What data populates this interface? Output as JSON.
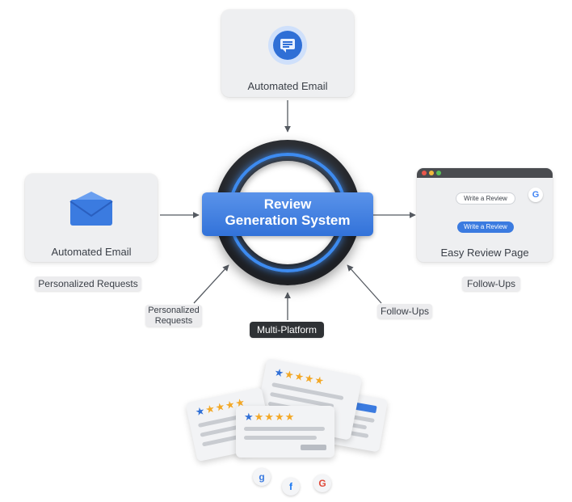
{
  "center": {
    "line1": "Review",
    "line2": "Generation System"
  },
  "top_card": {
    "label": "Automated Email",
    "icon": "chat-bubble-icon"
  },
  "left_card": {
    "label": "Automated Email",
    "icon": "envelope-icon"
  },
  "right_card": {
    "label": "Easy Review Page",
    "button_outline": "Write a Review",
    "button_filled": "Write a Review",
    "icon": "google-icon"
  },
  "pills": {
    "personalized_left": "Personalized Requests",
    "personalized_lower": "Personalized\nRequests",
    "multi_platform": "Multi-Platform",
    "followups_lower": "Follow-Ups",
    "followups_right": "Follow-Ups"
  },
  "reviews": {
    "stars": "★★★★★"
  },
  "socials": {
    "a": "g",
    "b": "f",
    "c": "G"
  },
  "colors": {
    "accent": "#3b7be0",
    "ring_dark": "#2a2c30",
    "ring_glow": "#3d8bf0"
  }
}
